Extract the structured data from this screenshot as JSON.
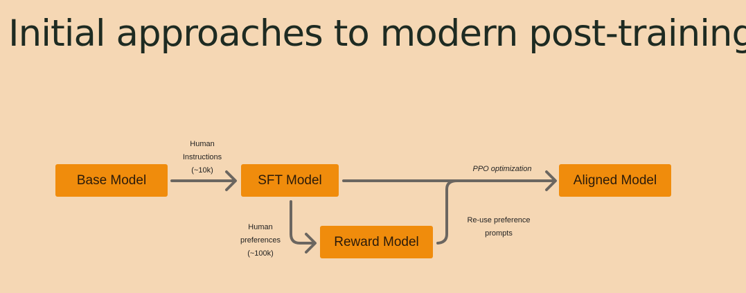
{
  "title": "Initial approaches to modern post-training",
  "nodes": {
    "base": "Base Model",
    "sft": "SFT Model",
    "reward": "Reward Model",
    "aligned": "Aligned Model"
  },
  "edges": {
    "instructions": [
      "Human",
      "Instructions",
      "(~10k)"
    ],
    "preferences": [
      "Human",
      "preferences",
      "(~100k)"
    ],
    "ppo": "PPO optimization",
    "reuse": [
      "Re-use preference",
      "prompts"
    ]
  },
  "colors": {
    "background": "#f5d7b4",
    "box": "#f08c0c",
    "arrow": "#6b6660",
    "title": "#1e2b22"
  }
}
